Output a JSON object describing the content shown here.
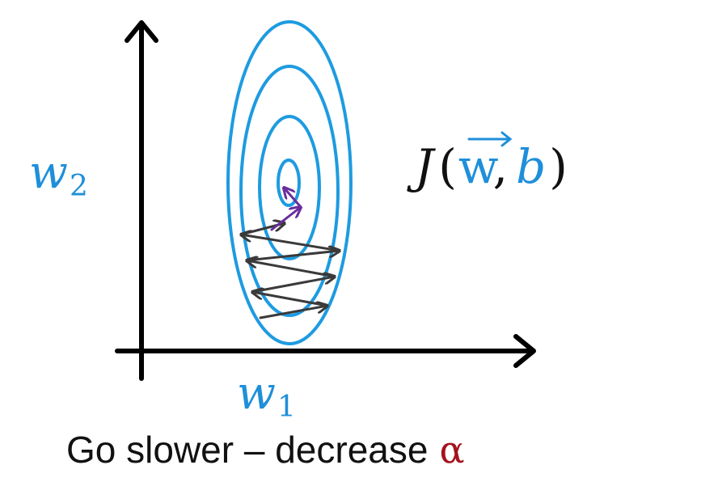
{
  "labels": {
    "y_axis_var": "w",
    "y_axis_sub": "2",
    "x_axis_var": "w",
    "x_axis_sub": "1",
    "cost_func": "J",
    "cost_open": "(",
    "cost_vec": "w",
    "cost_comma": ",",
    "cost_b": "b",
    "cost_close": ")"
  },
  "caption": {
    "text": "Go slower – decrease",
    "symbol": "α"
  },
  "colors": {
    "axis": "#000000",
    "contour": "#1e9be0",
    "math_blue": "#1f8fd9",
    "arrow_dark": "#3a3a3a",
    "arrow_purple": "#6b2c9c",
    "alpha": "#a3141e",
    "text": "#111111"
  }
}
